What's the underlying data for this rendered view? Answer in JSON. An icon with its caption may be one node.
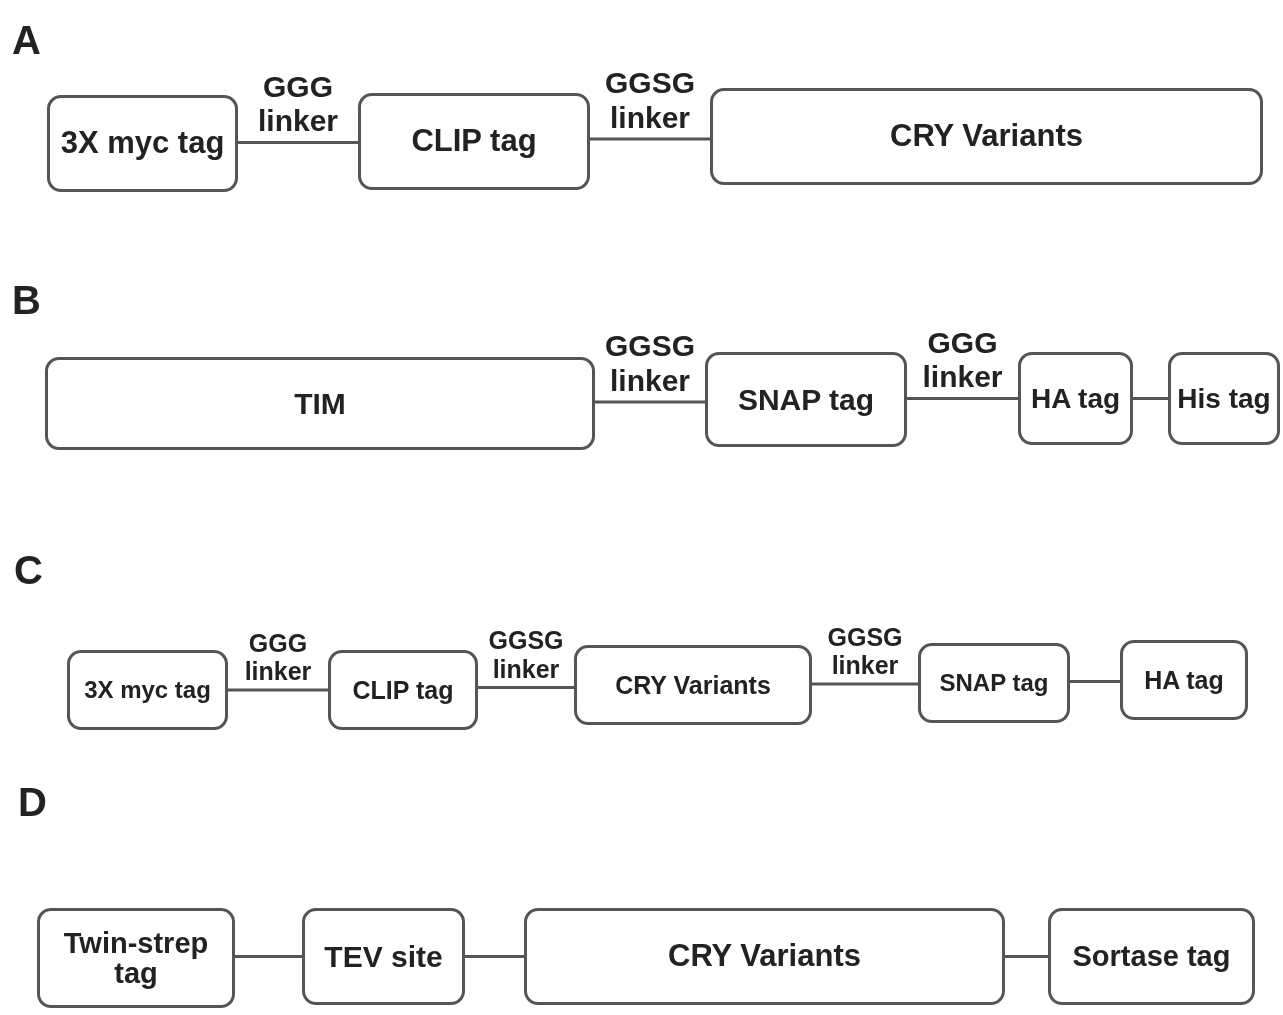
{
  "diagram": {
    "nodes": [
      {
        "text": [
          "3X myc tag"
        ]
      },
      {
        "text": [
          "CLIP tag"
        ]
      },
      {
        "text": [
          "CRY Variants"
        ]
      },
      {
        "text": [
          "TIM"
        ]
      },
      {
        "text": [
          "SNAP tag"
        ]
      },
      {
        "text": [
          "HA tag"
        ]
      },
      {
        "text": [
          "His tag"
        ]
      },
      {
        "text": [
          "3X myc tag"
        ]
      },
      {
        "text": [
          "CLIP tag"
        ]
      },
      {
        "text": [
          "CRY Variants"
        ]
      },
      {
        "text": [
          "SNAP tag"
        ]
      },
      {
        "text": [
          "HA tag"
        ]
      },
      {
        "text": [
          "Twin-strep tag"
        ]
      },
      {
        "text": [
          "TEV site"
        ]
      },
      {
        "text": [
          "CRY Variants"
        ]
      },
      {
        "text": [
          "Sortase tag"
        ]
      }
    ],
    "edges": [
      {
        "from": 0,
        "to": 1,
        "arrow": "none",
        "label": "GGG linker"
      },
      {
        "from": 1,
        "to": 2,
        "arrow": "none",
        "label": "GGSG linker"
      },
      {
        "from": 3,
        "to": 4,
        "arrow": "none",
        "label": "GGSG linker"
      },
      {
        "from": 4,
        "to": 5,
        "arrow": "none",
        "label": "GGG linker"
      },
      {
        "from": 5,
        "to": 6,
        "arrow": "none"
      },
      {
        "from": 7,
        "to": 8,
        "arrow": "none",
        "label": "GGG linker"
      },
      {
        "from": 8,
        "to": 9,
        "arrow": "none",
        "label": "GGSG linker"
      },
      {
        "from": 9,
        "to": 10,
        "arrow": "none",
        "label": "GGSG linker"
      },
      {
        "from": 10,
        "to": 11,
        "arrow": "none"
      },
      {
        "from": 12,
        "to": 13,
        "arrow": "none"
      },
      {
        "from": 13,
        "to": 14,
        "arrow": "none"
      },
      {
        "from": 14,
        "to": 15,
        "arrow": "none"
      }
    ],
    "labels": [
      "A",
      "B",
      "C",
      "D"
    ]
  }
}
